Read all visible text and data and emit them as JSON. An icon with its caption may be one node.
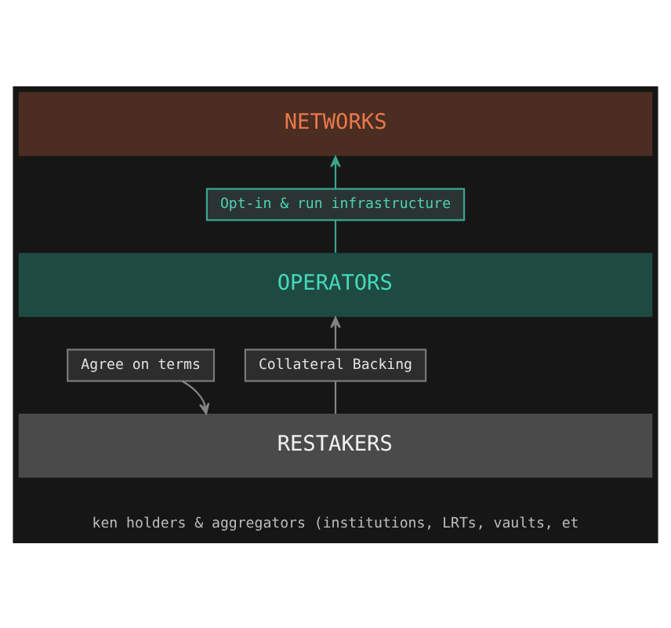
{
  "diagram": {
    "nodes": [
      {
        "text": [
          "NETWORKS"
        ]
      },
      {
        "text": [
          "Opt-in & run infrastructure"
        ]
      },
      {
        "text": [
          "OPERATORS"
        ]
      },
      {
        "text": [
          "Agree on terms"
        ]
      },
      {
        "text": [
          "Collateral Backing"
        ]
      },
      {
        "text": [
          "RESTAKERS"
        ],
        "beside": [
          "ken holders & aggregators (institutions, LRTs, vaults, et"
        ]
      }
    ],
    "edges": [
      {
        "from": 2,
        "to": 1,
        "arrow": "none",
        "color": "#3aa58f"
      },
      {
        "from": 1,
        "to": 0,
        "arrow": "to",
        "color": "#3aa58f"
      },
      {
        "from": 5,
        "to": 4,
        "arrow": "none"
      },
      {
        "from": 4,
        "to": 2,
        "arrow": "to"
      },
      {
        "from": 3,
        "to": 5,
        "arrow": "to"
      }
    ]
  }
}
